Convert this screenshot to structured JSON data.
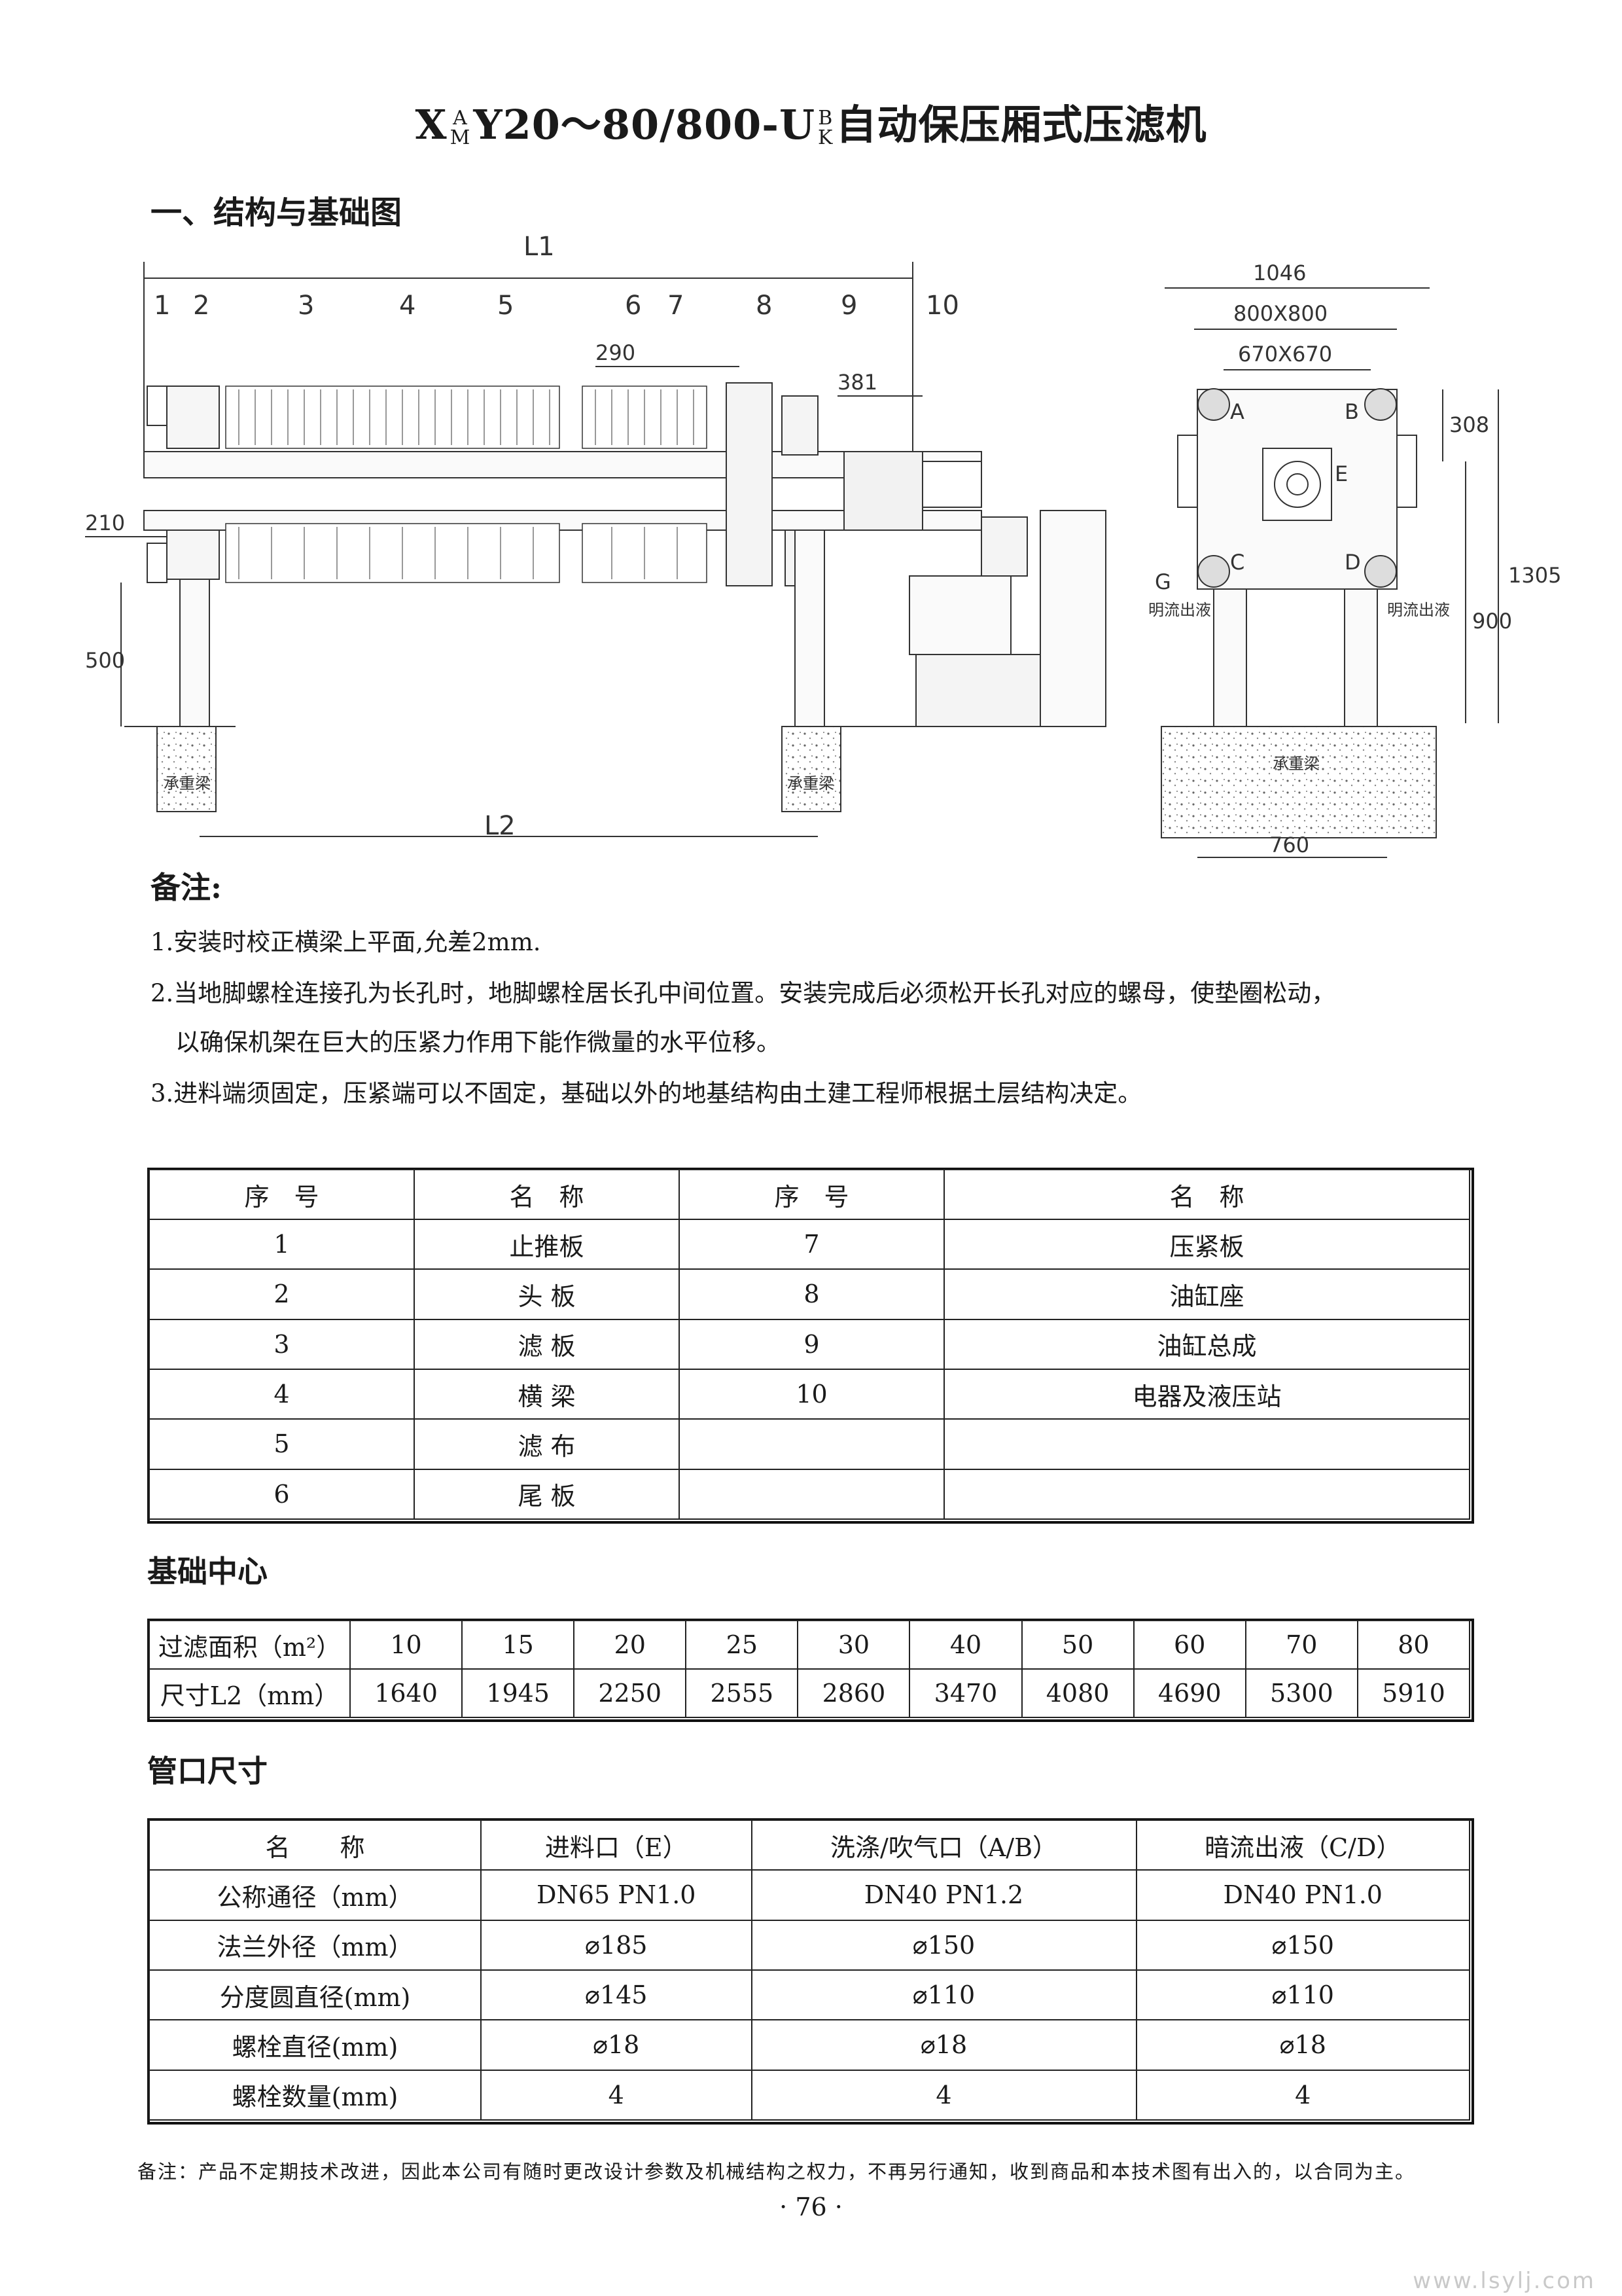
{
  "title": {
    "prefix": "X",
    "sup1": "A",
    "sub1": "M",
    "middle": "Y20～80/800-U",
    "sup2": "B",
    "sub2": "K",
    "suffix": "自动保压厢式压滤机"
  },
  "section1": "一、结构与基础图",
  "drawing_labels": {
    "L1": "L1",
    "L2": "L2",
    "parts": [
      "1",
      "2",
      "3",
      "4",
      "5",
      "6",
      "7",
      "8",
      "9",
      "10"
    ],
    "d290": "290",
    "d381": "381",
    "d210": "210",
    "d500": "500",
    "d1046": "1046",
    "d800": "800X800",
    "d670": "670X670",
    "d308": "308",
    "d1305": "1305",
    "d900": "900",
    "d760": "760",
    "A": "A",
    "B": "B",
    "C": "C",
    "D": "D",
    "E": "E",
    "G": "G",
    "open_left": "明流出液",
    "open_right": "明流出液",
    "beam": "承重梁"
  },
  "notes_title": "备注:",
  "notes": [
    "1.安装时校正横梁上平面,允差2mm.",
    "2.当地脚螺栓连接孔为长孔时，地脚螺栓居长孔中间位置。安装完成后必须松开长孔对应的螺母，使垫圈松动，",
    "以确保机架在巨大的压紧力作用下能作微量的水平位移。",
    "3.进料端须固定，压紧端可以不固定，基础以外的地基结构由土建工程师根据土层结构决定。"
  ],
  "parts_table": {
    "headers": [
      "序　号",
      "名　称",
      "序　号",
      "名　称"
    ],
    "rows": [
      [
        "1",
        "止推板",
        "7",
        "压紧板"
      ],
      [
        "2",
        "头 板",
        "8",
        "油缸座"
      ],
      [
        "3",
        "滤 板",
        "9",
        "油缸总成"
      ],
      [
        "4",
        "横 梁",
        "10",
        "电器及液压站"
      ],
      [
        "5",
        "滤 布",
        "",
        ""
      ],
      [
        "6",
        "尾 板",
        "",
        ""
      ]
    ]
  },
  "foundation_title": "基础中心",
  "foundation_table": {
    "row1_label": "过滤面积（m²）",
    "row2_label": "尺寸L2（mm）",
    "areas": [
      "10",
      "15",
      "20",
      "25",
      "30",
      "40",
      "50",
      "60",
      "70",
      "80"
    ],
    "l2": [
      "1640",
      "1945",
      "2250",
      "2555",
      "2860",
      "3470",
      "4080",
      "4690",
      "5300",
      "5910"
    ]
  },
  "pipe_title": "管口尺寸",
  "pipe_table": {
    "headers": [
      "名　　称",
      "进料口（E）",
      "洗涤/吹气口（A/B）",
      "暗流出液（C/D）"
    ],
    "rows": [
      [
        "公称通径（mm）",
        "DN65  PN1.0",
        "DN40  PN1.2",
        "DN40  PN1.0"
      ],
      [
        "法兰外径（mm）",
        "⌀185",
        "⌀150",
        "⌀150"
      ],
      [
        "分度圆直径(mm)",
        "⌀145",
        "⌀110",
        "⌀110"
      ],
      [
        "螺栓直径(mm)",
        "⌀18",
        "⌀18",
        "⌀18"
      ],
      [
        "螺栓数量(mm)",
        "4",
        "4",
        "4"
      ]
    ]
  },
  "footer": "备注：产品不定期技术改进，因此本公司有随时更改设计参数及机械结构之权力，不再另行通知，收到商品和本技术图有出入的，以合同为主。",
  "page_number": "· 76 ·",
  "watermark": "www.lsylj.com"
}
